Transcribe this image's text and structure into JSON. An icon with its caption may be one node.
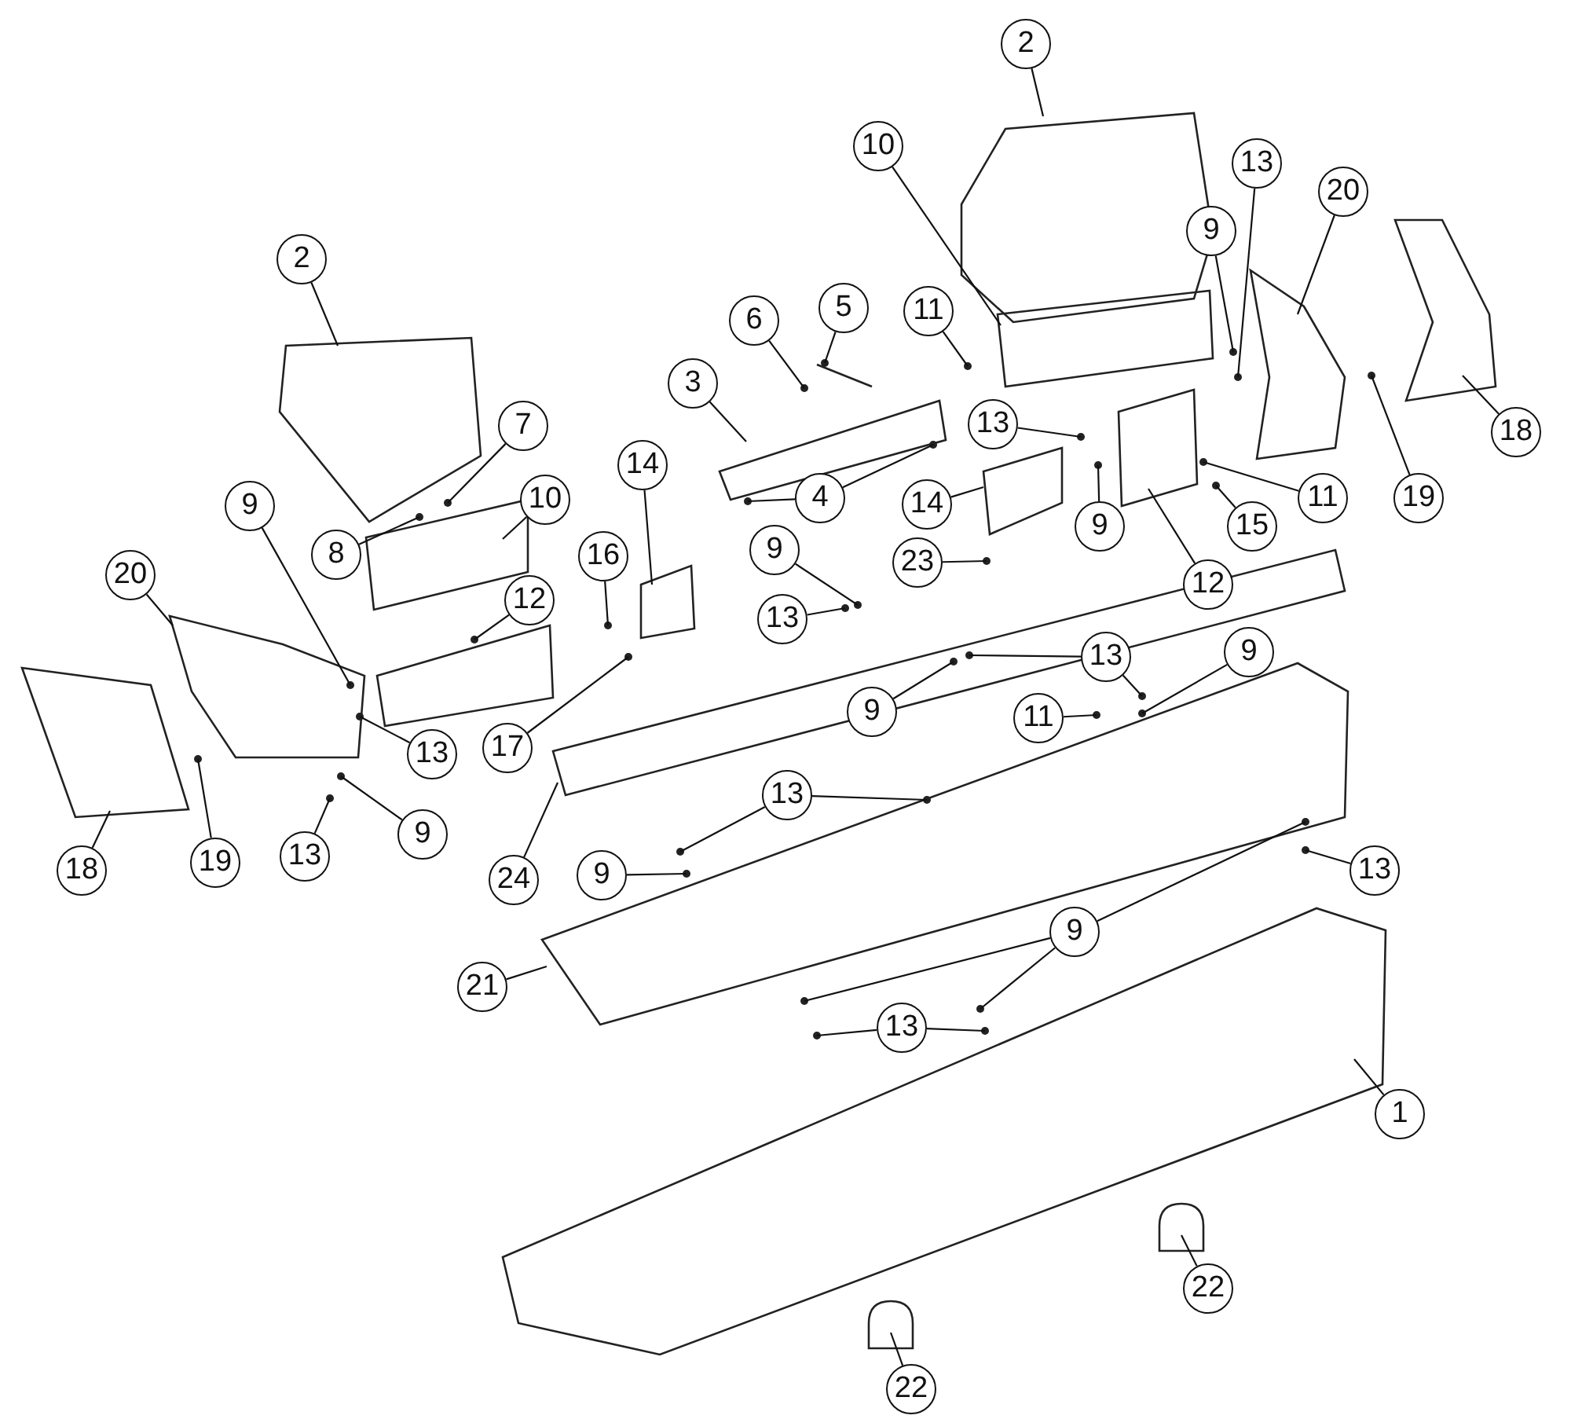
{
  "diagram": {
    "nodes": [
      {
        "text": [
          "2"
        ]
      },
      {
        "text": [
          "10"
        ]
      },
      {
        "text": [
          "13"
        ]
      },
      {
        "text": [
          "20"
        ]
      },
      {
        "text": [
          "9"
        ]
      },
      {
        "text": [
          "2"
        ]
      },
      {
        "text": [
          "5"
        ]
      },
      {
        "text": [
          "11"
        ]
      },
      {
        "text": [
          "6"
        ]
      },
      {
        "text": [
          "3"
        ]
      },
      {
        "text": [
          "13"
        ]
      },
      {
        "text": [
          "7"
        ]
      },
      {
        "text": [
          "18"
        ]
      },
      {
        "text": [
          "14"
        ]
      },
      {
        "text": [
          "14"
        ]
      },
      {
        "text": [
          "4"
        ]
      },
      {
        "text": [
          "19"
        ]
      },
      {
        "text": [
          "11"
        ]
      },
      {
        "text": [
          "10"
        ]
      },
      {
        "text": [
          "9"
        ]
      },
      {
        "text": [
          "9"
        ]
      },
      {
        "text": [
          "15"
        ]
      },
      {
        "text": [
          "9"
        ]
      },
      {
        "text": [
          "8"
        ]
      },
      {
        "text": [
          "16"
        ]
      },
      {
        "text": [
          "23"
        ]
      },
      {
        "text": [
          "20"
        ]
      },
      {
        "text": [
          "12"
        ]
      },
      {
        "text": [
          "12"
        ]
      },
      {
        "text": [
          "13"
        ]
      },
      {
        "text": [
          "9"
        ]
      },
      {
        "text": [
          "13"
        ]
      },
      {
        "text": [
          "9"
        ]
      },
      {
        "text": [
          "11"
        ]
      },
      {
        "text": [
          "17"
        ]
      },
      {
        "text": [
          "13"
        ]
      },
      {
        "text": [
          "13"
        ]
      },
      {
        "text": [
          "9"
        ]
      },
      {
        "text": [
          "13"
        ]
      },
      {
        "text": [
          "19"
        ]
      },
      {
        "text": [
          "18"
        ]
      },
      {
        "text": [
          "13"
        ]
      },
      {
        "text": [
          "9"
        ]
      },
      {
        "text": [
          "24"
        ]
      },
      {
        "text": [
          "9"
        ]
      },
      {
        "text": [
          "21"
        ]
      },
      {
        "text": [
          "13"
        ]
      },
      {
        "text": [
          "1"
        ]
      },
      {
        "text": [
          "22"
        ]
      },
      {
        "text": [
          "22"
        ]
      }
    ],
    "edges": [
      {
        "from": 0,
        "to": null,
        "arrow": "none"
      },
      {
        "from": 1,
        "to": null,
        "arrow": "none"
      },
      {
        "from": 2,
        "to": null,
        "arrow": "none"
      },
      {
        "from": 3,
        "to": null,
        "arrow": "none"
      },
      {
        "from": 4,
        "to": null,
        "arrow": "none"
      },
      {
        "from": 5,
        "to": null,
        "arrow": "none"
      },
      {
        "from": 6,
        "to": null,
        "arrow": "none"
      },
      {
        "from": 7,
        "to": null,
        "arrow": "none"
      },
      {
        "from": 8,
        "to": null,
        "arrow": "none"
      },
      {
        "from": 9,
        "to": null,
        "arrow": "none"
      },
      {
        "from": 10,
        "to": null,
        "arrow": "none"
      },
      {
        "from": 11,
        "to": null,
        "arrow": "none"
      },
      {
        "from": 12,
        "to": null,
        "arrow": "none"
      },
      {
        "from": 13,
        "to": null,
        "arrow": "none"
      },
      {
        "from": 14,
        "to": null,
        "arrow": "none"
      },
      {
        "from": 15,
        "to": null,
        "arrow": "none"
      },
      {
        "from": 15,
        "to": null,
        "arrow": "none"
      },
      {
        "from": 16,
        "to": null,
        "arrow": "none"
      },
      {
        "from": 17,
        "to": null,
        "arrow": "none"
      },
      {
        "from": 18,
        "to": null,
        "arrow": "none"
      },
      {
        "from": 19,
        "to": null,
        "arrow": "none"
      },
      {
        "from": 20,
        "to": null,
        "arrow": "none"
      },
      {
        "from": 21,
        "to": null,
        "arrow": "none"
      },
      {
        "from": 22,
        "to": null,
        "arrow": "none"
      },
      {
        "from": 23,
        "to": null,
        "arrow": "none"
      },
      {
        "from": 24,
        "to": null,
        "arrow": "none"
      },
      {
        "from": 25,
        "to": null,
        "arrow": "none"
      },
      {
        "from": 26,
        "to": null,
        "arrow": "none"
      },
      {
        "from": 27,
        "to": null,
        "arrow": "none"
      },
      {
        "from": 28,
        "to": null,
        "arrow": "none"
      },
      {
        "from": 29,
        "to": null,
        "arrow": "none"
      },
      {
        "from": 30,
        "to": null,
        "arrow": "none"
      },
      {
        "from": 31,
        "to": null,
        "arrow": "none"
      },
      {
        "from": 31,
        "to": null,
        "arrow": "none"
      },
      {
        "from": 32,
        "to": null,
        "arrow": "none"
      },
      {
        "from": 33,
        "to": null,
        "arrow": "none"
      },
      {
        "from": 34,
        "to": null,
        "arrow": "none"
      },
      {
        "from": 35,
        "to": null,
        "arrow": "none"
      },
      {
        "from": 36,
        "to": null,
        "arrow": "none"
      },
      {
        "from": 36,
        "to": null,
        "arrow": "none"
      },
      {
        "from": 37,
        "to": null,
        "arrow": "none"
      },
      {
        "from": 38,
        "to": null,
        "arrow": "none"
      },
      {
        "from": 39,
        "to": null,
        "arrow": "none"
      },
      {
        "from": 40,
        "to": null,
        "arrow": "none"
      },
      {
        "from": 41,
        "to": null,
        "arrow": "none"
      },
      {
        "from": 42,
        "to": null,
        "arrow": "none"
      },
      {
        "from": 43,
        "to": null,
        "arrow": "none"
      },
      {
        "from": 44,
        "to": null,
        "arrow": "none"
      },
      {
        "from": 44,
        "to": null,
        "arrow": "none"
      },
      {
        "from": 44,
        "to": null,
        "arrow": "none"
      },
      {
        "from": 45,
        "to": null,
        "arrow": "none"
      },
      {
        "from": 46,
        "to": null,
        "arrow": "none"
      },
      {
        "from": 46,
        "to": null,
        "arrow": "none"
      },
      {
        "from": 47,
        "to": null,
        "arrow": "none"
      },
      {
        "from": 48,
        "to": null,
        "arrow": "none"
      },
      {
        "from": 49,
        "to": null,
        "arrow": "none"
      }
    ]
  }
}
